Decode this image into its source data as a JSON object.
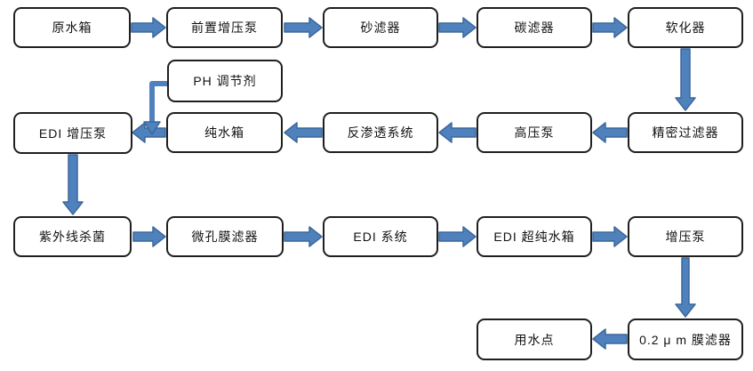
{
  "diagram": {
    "type": "flowchart",
    "description": "EDI ultrapure water treatment process flow"
  },
  "colors": {
    "arrow_fill": "#4f81bd",
    "arrow_stroke": "#3c689b",
    "node_border": "#1f1f1f",
    "node_background": "#ffffff"
  },
  "nodes": [
    {
      "id": "raw-water-tank",
      "label": "原水箱"
    },
    {
      "id": "pre-booster-pump",
      "label": "前置增压泵"
    },
    {
      "id": "sand-filter",
      "label": "砂滤器"
    },
    {
      "id": "carbon-filter",
      "label": "碳滤器"
    },
    {
      "id": "softener",
      "label": "软化器"
    },
    {
      "id": "ph-adjuster",
      "label": "PH 调节剂"
    },
    {
      "id": "edi-booster-pump",
      "label": "EDI 增压泵"
    },
    {
      "id": "pure-water-tank",
      "label": "纯水箱"
    },
    {
      "id": "ro-system",
      "label": "反渗透系统"
    },
    {
      "id": "high-pressure-pump",
      "label": "高压泵"
    },
    {
      "id": "precision-filter",
      "label": "精密过滤器"
    },
    {
      "id": "uv-sterilizer",
      "label": "紫外线杀菌"
    },
    {
      "id": "microporous-filter",
      "label": "微孔膜滤器"
    },
    {
      "id": "edi-system",
      "label": "EDI 系统"
    },
    {
      "id": "edi-ultrapure-tank",
      "label": "EDI 超纯水箱"
    },
    {
      "id": "booster-pump",
      "label": "增压泵"
    },
    {
      "id": "water-use-point",
      "label": "用水点"
    },
    {
      "id": "membrane-filter-02um",
      "label": "0.2 μ m 膜滤器"
    }
  ],
  "edges": [
    {
      "from": "raw-water-tank",
      "to": "pre-booster-pump"
    },
    {
      "from": "pre-booster-pump",
      "to": "sand-filter"
    },
    {
      "from": "sand-filter",
      "to": "carbon-filter"
    },
    {
      "from": "carbon-filter",
      "to": "softener"
    },
    {
      "from": "softener",
      "to": "precision-filter"
    },
    {
      "from": "precision-filter",
      "to": "high-pressure-pump"
    },
    {
      "from": "high-pressure-pump",
      "to": "ro-system"
    },
    {
      "from": "ro-system",
      "to": "pure-water-tank"
    },
    {
      "from": "ph-adjuster",
      "to": "pure-water-tank"
    },
    {
      "from": "pure-water-tank",
      "to": "edi-booster-pump"
    },
    {
      "from": "edi-booster-pump",
      "to": "uv-sterilizer"
    },
    {
      "from": "uv-sterilizer",
      "to": "microporous-filter"
    },
    {
      "from": "microporous-filter",
      "to": "edi-system"
    },
    {
      "from": "edi-system",
      "to": "edi-ultrapure-tank"
    },
    {
      "from": "edi-ultrapure-tank",
      "to": "booster-pump"
    },
    {
      "from": "booster-pump",
      "to": "membrane-filter-02um"
    },
    {
      "from": "membrane-filter-02um",
      "to": "water-use-point"
    }
  ]
}
